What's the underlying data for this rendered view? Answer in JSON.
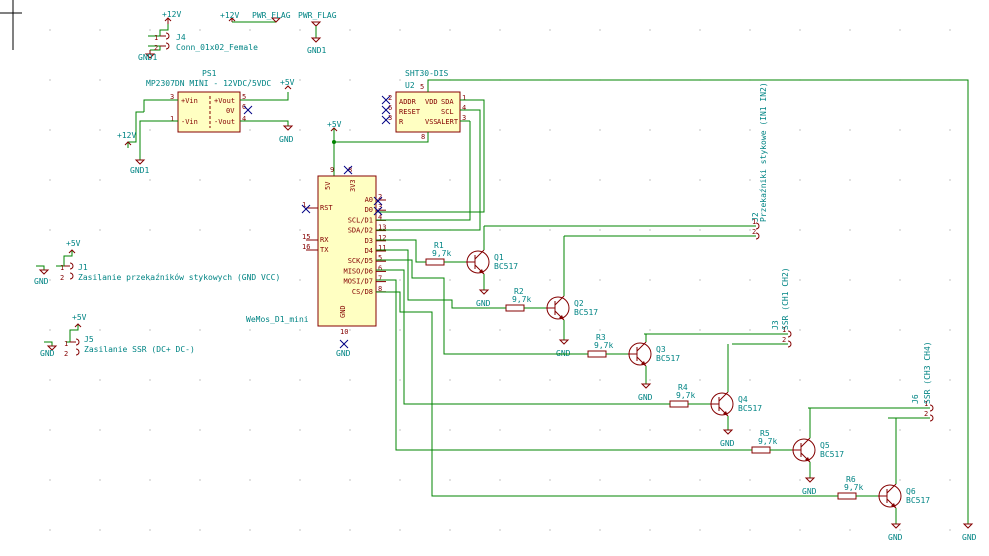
{
  "labels": {
    "j4_ref": "J4",
    "j4_val": "Conn_01x02_Female",
    "gnd": "GND",
    "gnd1": "GND1",
    "p12v": "+12V",
    "p5v": "+5V",
    "pwr_flag": "PWR_FLAG",
    "ps1_ref": "PS1",
    "ps1_val": "MP2307DN MINI - 12VDC/5VDC",
    "ps1_pin_vin_p": "+Vin",
    "ps1_pin_vin_n": "-Vin",
    "ps1_pin_vout_p": "+Vout",
    "ps1_pin_0v": "0V",
    "ps1_pin_vout_n": "-Vout",
    "u2_ref": "U2",
    "u2_val": "SHT30-DIS",
    "u2_pin_addr": "ADDR",
    "u2_pin_reset": "RESET",
    "u2_pin_r": "R",
    "u2_pin_vdd": "VDD",
    "u2_pin_vss": "VSS",
    "u2_pin_sda": "SDA",
    "u2_pin_scl": "SCL",
    "u2_pin_alert": "ALERT",
    "wemos_val": "WeMos_D1_mini",
    "wemos_pins_left": [
      "RST",
      "RX",
      "TX"
    ],
    "wemos_pins_right": [
      "A0",
      "D0",
      "SCL/D1",
      "SDA/D2",
      "D3",
      "D4",
      "SCK/D5",
      "MISO/D6",
      "MOSI/D7",
      "CS/D8"
    ],
    "wemos_pin_5v": "5V",
    "wemos_pin_3v3": "3V3",
    "wemos_pin_gnd": "GND",
    "j1_ref": "J1",
    "j1_val": "Zasilanie przekaźników stykowych (GND VCC)",
    "j5_ref": "J5",
    "j5_val": "Zasilanie SSR (DC+ DC-)",
    "j2_ref": "J2",
    "j2_val": "Przekaźniki stykowe (IN1 IN2)",
    "j3_ref": "J3",
    "j3_val": "SSR (CH1 CH2)",
    "j6_ref": "J6",
    "j6_val": "SSR (CH3 CH4)",
    "resistors": [
      {
        "ref": "R1",
        "val": "9,7k"
      },
      {
        "ref": "R2",
        "val": "9,7k"
      },
      {
        "ref": "R3",
        "val": "9,7k"
      },
      {
        "ref": "R4",
        "val": "9,7k"
      },
      {
        "ref": "R5",
        "val": "9,7k"
      },
      {
        "ref": "R6",
        "val": "9,7k"
      }
    ],
    "transistors": [
      {
        "ref": "Q1",
        "val": "BC517"
      },
      {
        "ref": "Q2",
        "val": "BC517"
      },
      {
        "ref": "Q3",
        "val": "BC517"
      },
      {
        "ref": "Q4",
        "val": "BC517"
      },
      {
        "ref": "Q5",
        "val": "BC517"
      },
      {
        "ref": "Q6",
        "val": "BC517"
      }
    ]
  }
}
